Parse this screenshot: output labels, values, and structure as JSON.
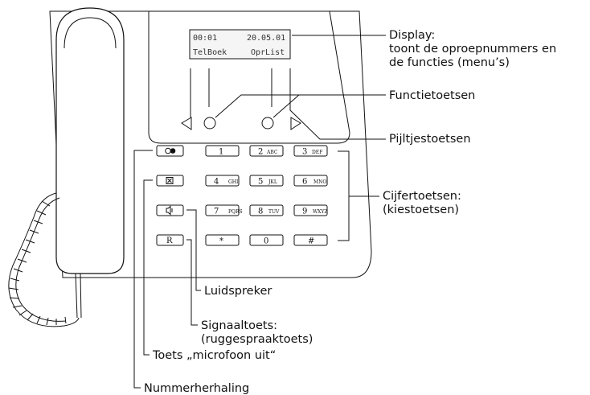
{
  "display": {
    "time": "00:01",
    "date": "20.05.01",
    "softkey_left": "TelBoek",
    "softkey_right": "OprList"
  },
  "keys": {
    "digits": [
      {
        "digit": "1",
        "letters": ""
      },
      {
        "digit": "2",
        "letters": "ABC"
      },
      {
        "digit": "3",
        "letters": "DEF"
      },
      {
        "digit": "4",
        "letters": "GHI"
      },
      {
        "digit": "5",
        "letters": "JKL"
      },
      {
        "digit": "6",
        "letters": "MNO"
      },
      {
        "digit": "7",
        "letters": "PQRS"
      },
      {
        "digit": "8",
        "letters": "TUV"
      },
      {
        "digit": "9",
        "letters": "WXYZ"
      },
      {
        "digit": "*",
        "letters": ""
      },
      {
        "digit": "0",
        "letters": ""
      },
      {
        "digit": "#",
        "letters": ""
      }
    ],
    "recall_label": "R"
  },
  "callouts": {
    "display_title": "Display:",
    "display_line2": "toont de oproepnummers en",
    "display_line3": "de functies (menu’s)",
    "function_keys": "Functietoetsen",
    "arrow_keys": "Pijltjestoetsen",
    "digit_keys_line1": "Cijfertoetsen:",
    "digit_keys_line2": "(kiestoetsen)",
    "speaker": "Luidspreker",
    "signal_line1": "Signaaltoets:",
    "signal_line2": "(ruggespraaktoets)",
    "mute": "Toets „microfoon uit“",
    "redial": "Nummerherhaling"
  }
}
